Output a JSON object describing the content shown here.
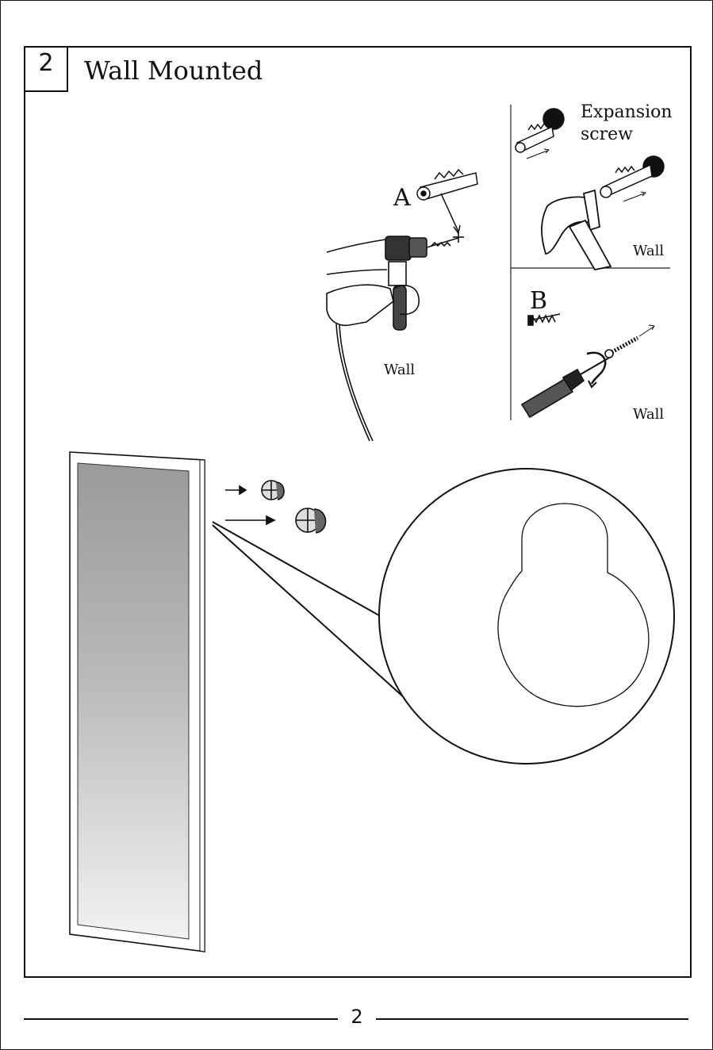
{
  "step": {
    "number": "2",
    "title": "Wall Mounted"
  },
  "labels": {
    "option_a": "A",
    "option_b": "B",
    "expansion_screw": "Expansion screw",
    "wall_a": "Wall",
    "wall_expansion": "Wall",
    "wall_b": "Wall"
  },
  "footer": {
    "page_number": "2"
  }
}
